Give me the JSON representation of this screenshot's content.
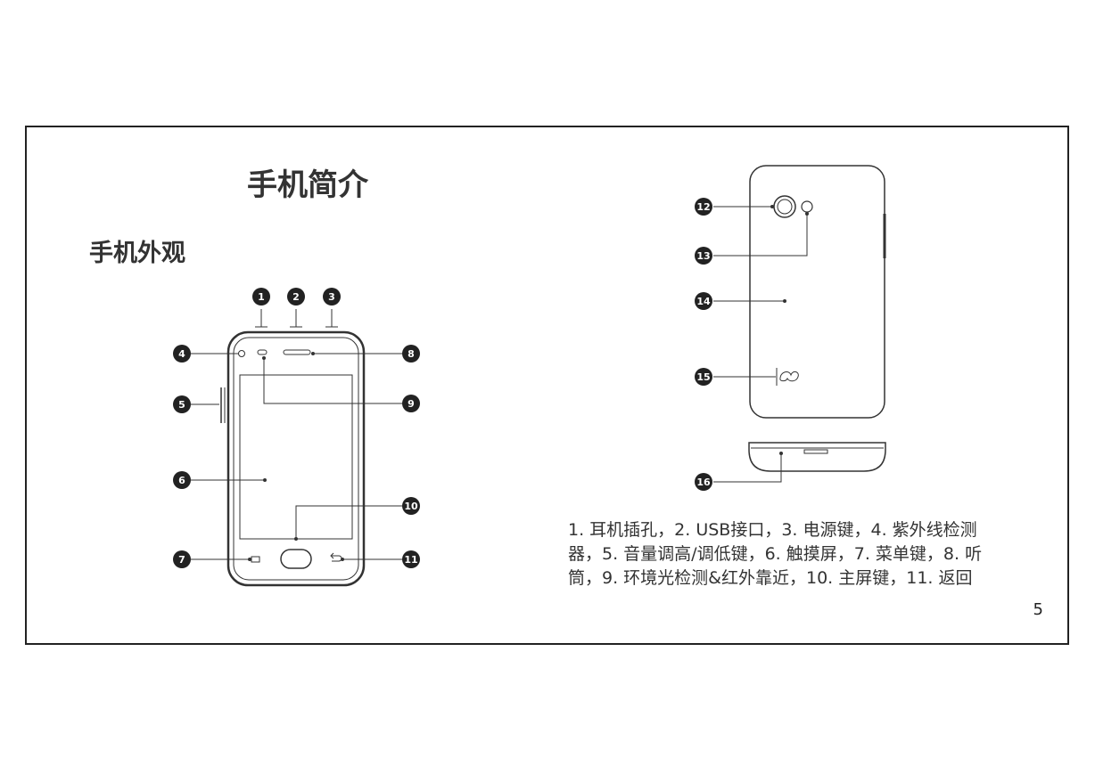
{
  "title": "手机简介",
  "subtitle": "手机外观",
  "callouts": [
    "1",
    "2",
    "3",
    "4",
    "5",
    "6",
    "7",
    "8",
    "9",
    "10",
    "11",
    "12",
    "13",
    "14",
    "15",
    "16"
  ],
  "description_lines": [
    "1. 耳机插孔，2. USB接口，3. 电源键，4. 紫外线检测",
    "器，5. 音量调高/调低键，6. 触摸屏，7. 菜单键，8. 听",
    "筒，9. 环境光检测&红外靠近，10. 主屏键，11. 返回"
  ],
  "page_number": "5",
  "colors": {
    "badge": "#222222",
    "text": "#333333",
    "border": "#222222"
  }
}
